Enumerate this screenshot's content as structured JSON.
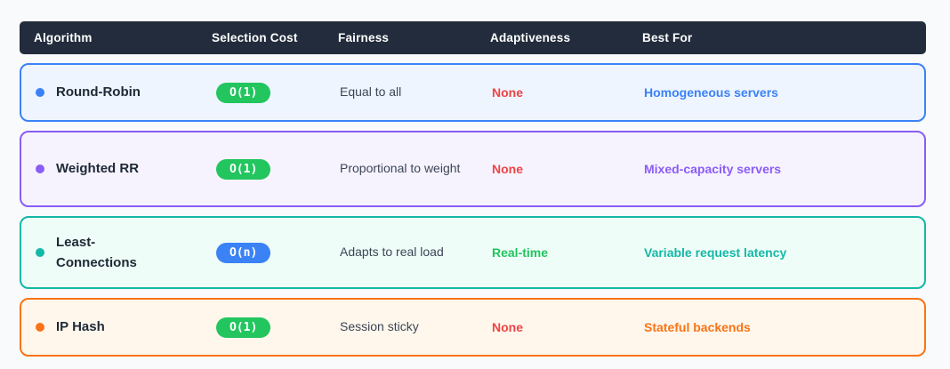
{
  "header": {
    "columns": [
      "Algorithm",
      "Selection Cost",
      "Fairness",
      "Adaptiveness",
      "Best For"
    ],
    "bg_color": "#222c3c",
    "text_color": "#ffffff"
  },
  "rows": [
    {
      "name": "Round-Robin",
      "cost": "O(1)",
      "cost_badge_color": "#22c55e",
      "fairness": "Equal to all",
      "adaptiveness": "None",
      "adaptiveness_color": "#ef4444",
      "best_for": "Homogeneous servers",
      "accent_color": "#3b82f6",
      "bg_color": "#eef5ff"
    },
    {
      "name": "Weighted RR",
      "cost": "O(1)",
      "cost_badge_color": "#22c55e",
      "fairness": "Proportional to weight",
      "adaptiveness": "None",
      "adaptiveness_color": "#ef4444",
      "best_for": "Mixed-capacity servers",
      "accent_color": "#8b5cf6",
      "bg_color": "#f6f3fe"
    },
    {
      "name": "Least-Connections",
      "cost": "O(n)",
      "cost_badge_color": "#3b82f6",
      "fairness": "Adapts to real load",
      "adaptiveness": "Real-time",
      "adaptiveness_color": "#22c55e",
      "best_for": "Variable request latency",
      "accent_color": "#14b8a6",
      "bg_color": "#effdf8"
    },
    {
      "name": "IP Hash",
      "cost": "O(1)",
      "cost_badge_color": "#22c55e",
      "fairness": "Session sticky",
      "adaptiveness": "None",
      "adaptiveness_color": "#ef4444",
      "best_for": "Stateful backends",
      "accent_color": "#f97316",
      "bg_color": "#fff7ec"
    }
  ],
  "chart_data": {
    "type": "table",
    "title": "",
    "columns": [
      "Algorithm",
      "Selection Cost",
      "Fairness",
      "Adaptiveness",
      "Best For"
    ],
    "rows": [
      [
        "Round-Robin",
        "O(1)",
        "Equal to all",
        "None",
        "Homogeneous servers"
      ],
      [
        "Weighted RR",
        "O(1)",
        "Proportional to weight",
        "None",
        "Mixed-capacity servers"
      ],
      [
        "Least-Connections",
        "O(n)",
        "Adapts to real load",
        "Real-time",
        "Variable request latency"
      ],
      [
        "IP Hash",
        "O(1)",
        "Session sticky",
        "None",
        "Stateful backends"
      ]
    ]
  }
}
